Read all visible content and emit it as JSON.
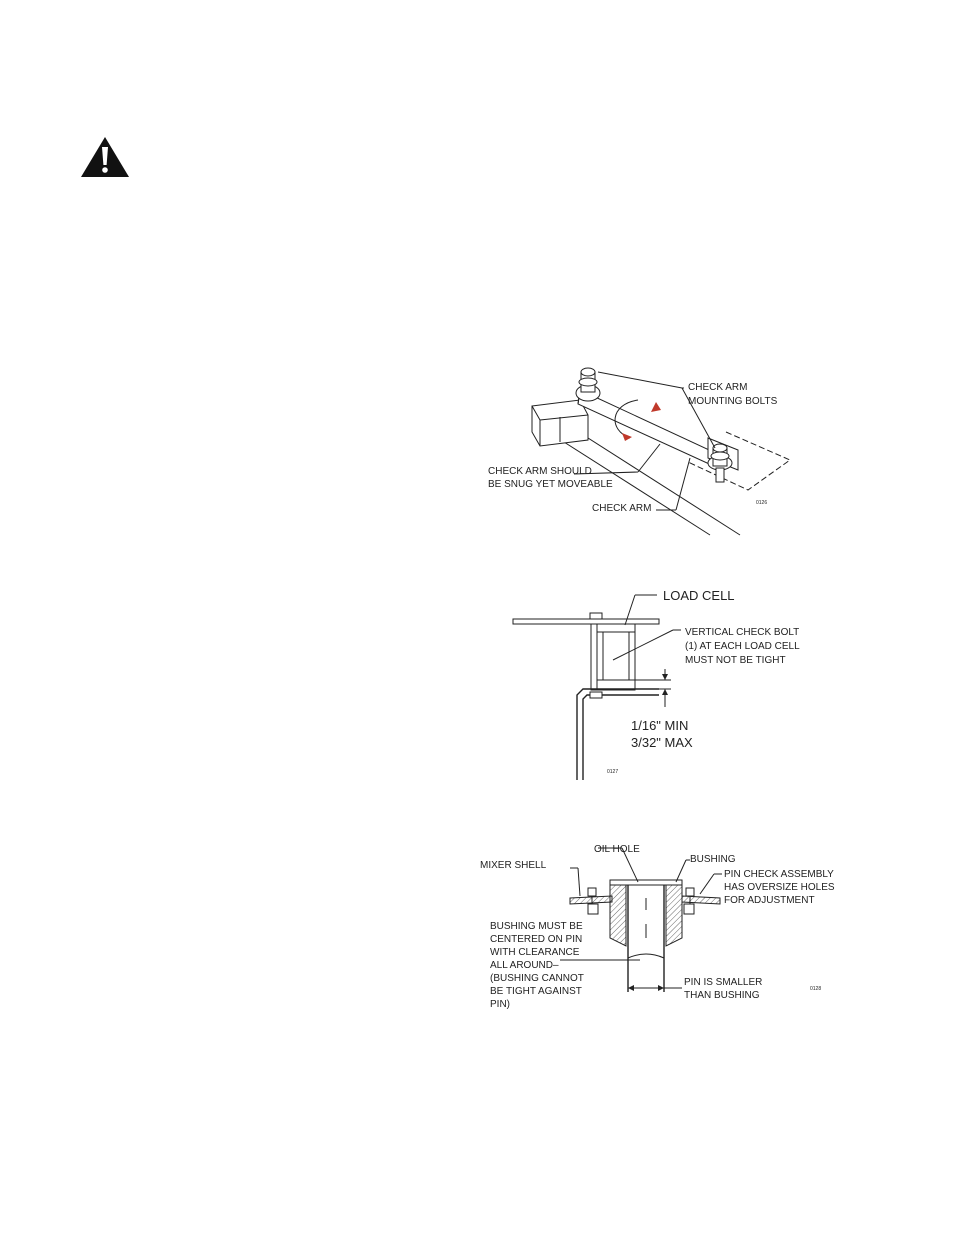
{
  "icons": {
    "warning": "warning-triangle-icon"
  },
  "figure1": {
    "label_bolts_1": "CHECK ARM",
    "label_bolts_2": "MOUNTING BOLTS",
    "label_snug_1": "CHECK ARM SHOULD",
    "label_snug_2": "BE SNUG YET MOVEABLE",
    "label_arm": "CHECK ARM",
    "code": "0126"
  },
  "figure2": {
    "label_loadcell": "LOAD CELL",
    "label_bolt_1": "VERTICAL CHECK BOLT",
    "label_bolt_2": "(1) AT EACH LOAD CELL",
    "label_bolt_3": "MUST NOT BE TIGHT",
    "gap_min": "1/16\" MIN",
    "gap_max": "3/32\" MAX",
    "code": "0127"
  },
  "figure3": {
    "label_oilhole": "OIL HOLE",
    "label_mixershell": "MIXER SHELL",
    "label_bushing": "BUSHING",
    "label_assembly_1": "PIN CHECK ASSEMBLY",
    "label_assembly_2": "HAS OVERSIZE HOLES",
    "label_assembly_3": "FOR ADJUSTMENT",
    "label_center_1": "BUSHING MUST BE",
    "label_center_2": "CENTERED ON PIN",
    "label_center_3": "WITH CLEARANCE",
    "label_center_4": "ALL AROUND–",
    "label_center_5": "(BUSHING CANNOT",
    "label_center_6": "BE TIGHT AGAINST",
    "label_center_7": "PIN)",
    "label_pin_1": "PIN IS SMALLER",
    "label_pin_2": "THAN BUSHING",
    "code": "0128"
  }
}
